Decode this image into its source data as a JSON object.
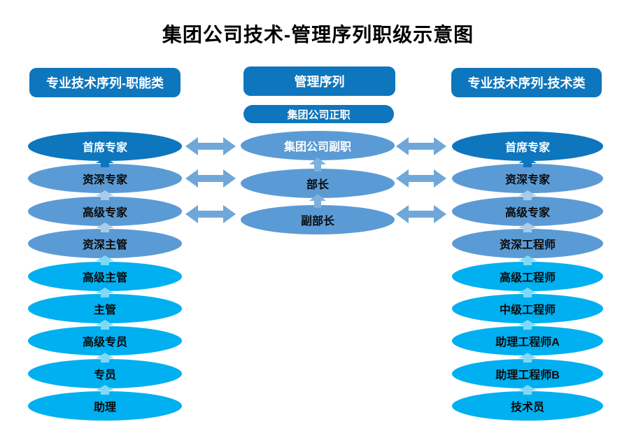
{
  "title": "集团公司技术-管理序列职级示意图",
  "colors": {
    "dark-blue": "#0e76bd",
    "muted-blue": "#5b9bd5",
    "cyan-blue": "#00b0f0",
    "arrow-blue": "#6fa8d8",
    "up-arrow-mid": "#7cb2dd",
    "up-arrow-muted": "#a9cbe9",
    "up-arrow-cyan": "#7fd9f6",
    "text-light": "#ffffff",
    "text-dark": "#0a0a0a"
  },
  "columns": {
    "left": {
      "header": "专业技术序列-职能类",
      "items": [
        "首席专家",
        "资深专家",
        "高级专家",
        "资深主管",
        "高级主管",
        "主管",
        "高级专员",
        "专员",
        "助理"
      ]
    },
    "middle": {
      "header": "管理序列",
      "top_box": "集团公司正职",
      "items": [
        "集团公司副职",
        "部长",
        "副部长"
      ]
    },
    "right": {
      "header": "专业技术序列-技术类",
      "items": [
        "首席专家",
        "资深专家",
        "高级专家",
        "资深工程师",
        "高级工程师",
        "中级工程师",
        "助理工程师A",
        "助理工程师B",
        "技术员"
      ]
    }
  }
}
